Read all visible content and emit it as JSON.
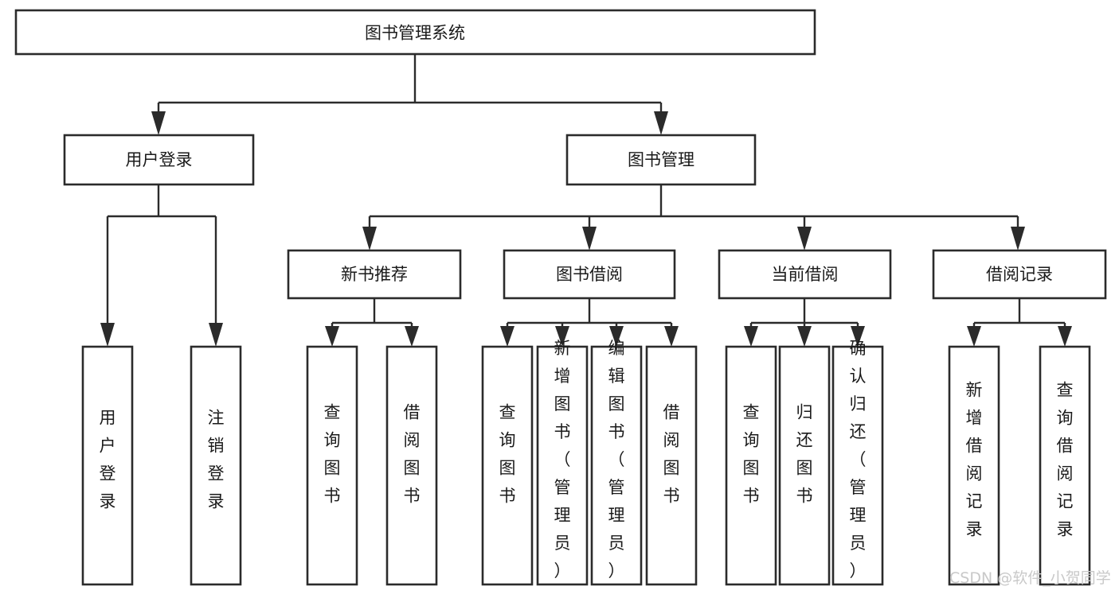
{
  "diagram": {
    "type": "tree-hierarchy-chart",
    "title": "图书管理系统",
    "watermark": "CSDN @软件_小贺同学",
    "colors": {
      "box_stroke": "#2b2b2b",
      "box_fill": "#ffffff",
      "connector": "#2b2b2b",
      "text": "#1a1a1a",
      "watermark": "#c9c9c9",
      "background": "#ffffff"
    },
    "levels": {
      "root": "图书管理系统",
      "level2": [
        "用户登录",
        "图书管理"
      ],
      "level3": [
        "新书推荐",
        "图书借阅",
        "当前借阅",
        "借阅记录"
      ]
    },
    "nodes": {
      "root": {
        "label": "图书管理系统"
      },
      "user_login": {
        "label": "用户登录"
      },
      "book_manage": {
        "label": "图书管理"
      },
      "new_book_rec": {
        "label": "新书推荐"
      },
      "book_borrow": {
        "label": "图书借阅"
      },
      "current_borrow": {
        "label": "当前借阅"
      },
      "borrow_record": {
        "label": "借阅记录"
      }
    },
    "leaves": {
      "user_login": [
        {
          "label": "用户登录"
        },
        {
          "label": "注销登录"
        }
      ],
      "new_book_rec": [
        {
          "label": "查询图书"
        },
        {
          "label": "借阅图书"
        }
      ],
      "book_borrow": [
        {
          "label": "查询图书"
        },
        {
          "label": "新增图书（管理员）"
        },
        {
          "label": "编辑图书（管理员）"
        },
        {
          "label": "借阅图书"
        }
      ],
      "current_borrow": [
        {
          "label": "查询图书"
        },
        {
          "label": "归还图书"
        },
        {
          "label": "确认归还（管理员）"
        }
      ],
      "borrow_record": [
        {
          "label": "新增借阅记录"
        },
        {
          "label": "查询借阅记录"
        }
      ]
    }
  }
}
